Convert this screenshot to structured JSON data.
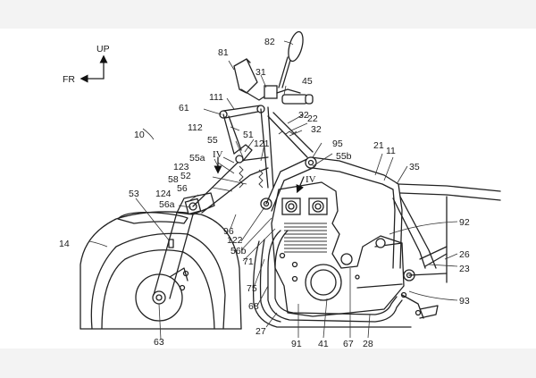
{
  "figure": {
    "orientation": {
      "up_label": "UP",
      "front_label": "FR"
    },
    "section_marks": [
      "IV",
      "IV"
    ],
    "reference_numerals": {
      "motorcycle": "10",
      "body_frame": "11",
      "front_wheel": "14",
      "main_frame": "21",
      "frame_22": "22",
      "frame_23": "23",
      "frame_26": "26",
      "frame_27": "27",
      "frame_28": "28",
      "handlebar_31": "31",
      "part_32_upper": "32",
      "part_32_lower": "32",
      "part_35": "35",
      "engine_41": "41",
      "grip_45": "45",
      "part_51": "51",
      "part_52": "52",
      "fork_53": "53",
      "part_55": "55",
      "part_55a": "55a",
      "part_55b": "55b",
      "part_56": "56",
      "part_56a": "56a",
      "part_56b": "56b",
      "part_58": "58",
      "part_61": "61",
      "axle_63": "63",
      "part_67": "67",
      "part_68": "68",
      "part_71": "71",
      "part_75": "75",
      "meter_81": "81",
      "mirror_82": "82",
      "part_91": "91",
      "part_92": "92",
      "part_93": "93",
      "part_95": "95",
      "part_96": "96",
      "part_111": "111",
      "part_112": "112",
      "part_121": "121",
      "part_122": "122",
      "part_123": "123",
      "part_124": "124"
    }
  }
}
